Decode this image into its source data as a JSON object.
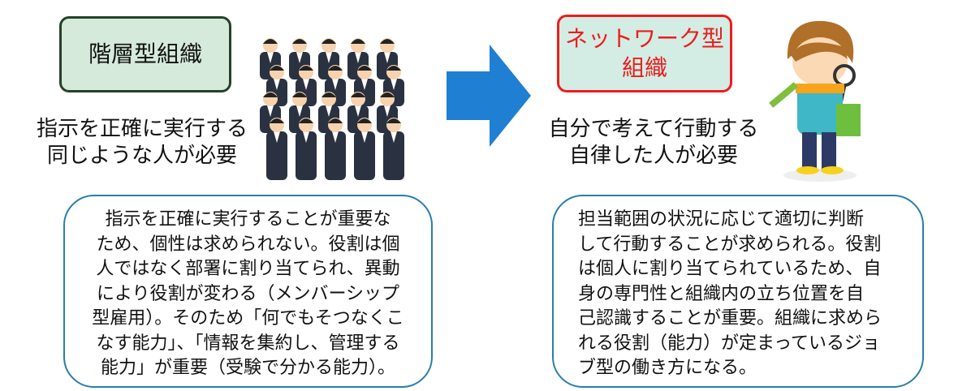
{
  "left": {
    "title": "階層型組織",
    "caption": [
      "指示を正確に実行する",
      "同じような人が必要"
    ],
    "description": [
      "指示を正確に実行することが重要な",
      "ため、個性は求められない。役割は個",
      "人ではなく部署に割り当てられ、異動",
      "により役割が変わる（メンバーシップ",
      "型雇用）。そのため「何でもそつなくこ",
      "なす能力」、「情報を集約し、管理する",
      "能力」が重要（受験で分かる能力）。"
    ]
  },
  "right": {
    "title": [
      "ネットワーク型",
      "組織"
    ],
    "caption": [
      "自分で考えて行動する",
      "自律した人が必要"
    ],
    "description": [
      "担当範囲の状況に応じて適切に判断",
      "して行動することが求められる。役割",
      "は個人に割り当てられているため、自",
      "身の専門性と組織内の立ち位置を自",
      "己認識することが重要。組織に求めら",
      "れる役割（能力）が定まっているジョ",
      "ブ型の働き方になる。"
    ]
  },
  "colors": {
    "arrow": "#1f7fd2",
    "bubble_border": "#2a7fa8",
    "left_title_bg": "#d6eadb",
    "right_title_border": "#ee1c1c"
  }
}
